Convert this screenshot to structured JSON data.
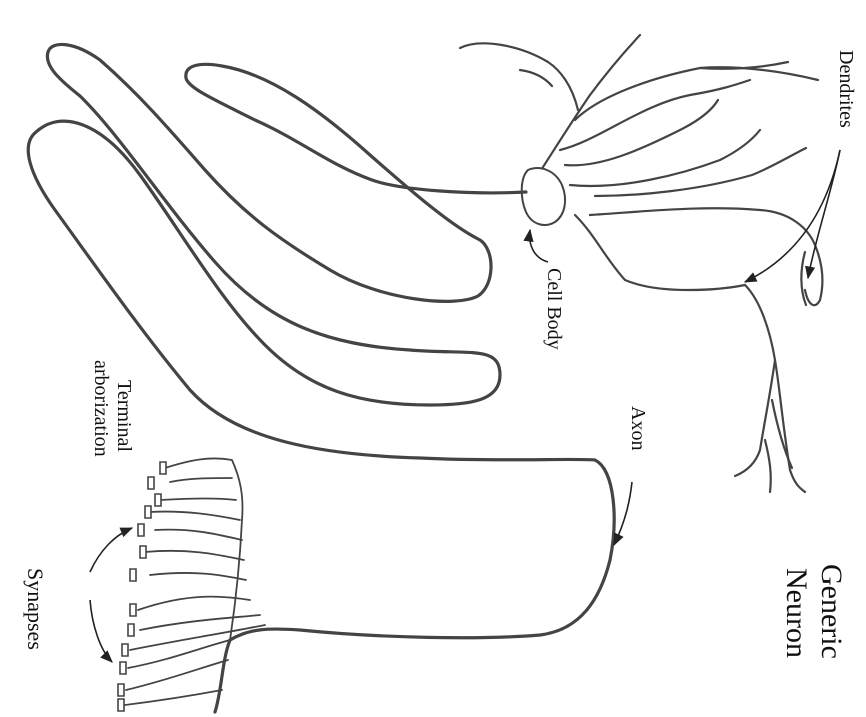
{
  "labels": {
    "title_line1": "Generic",
    "title_line2": "Neuron",
    "dendrites": "Dendrites",
    "cell_body": "Cell Body",
    "axon": "Axon",
    "terminal_line1": "Terminal",
    "terminal_line2": "arborization",
    "synapses": "Synapses"
  },
  "colors": {
    "background": "#ffffff",
    "line": "#444444",
    "text": "#111111"
  }
}
